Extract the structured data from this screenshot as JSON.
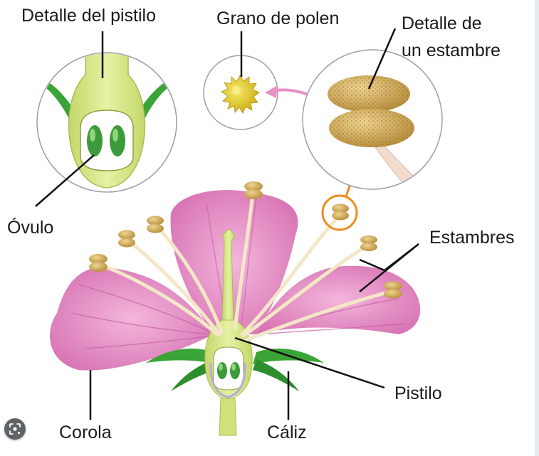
{
  "labels": {
    "pistil_detail": "Detalle del pistilo",
    "pollen_grain": "Grano de polen",
    "stamen_detail_line1": "Detalle de",
    "stamen_detail_line2": "un estambre",
    "ovule": "Óvulo",
    "stamens": "Estambres",
    "pistil": "Pistilo",
    "corolla": "Corola",
    "calyx": "Cáliz"
  },
  "icons": {
    "lens_button": "lens-search-icon"
  },
  "colors": {
    "petal": "#e58dc4",
    "petal_dark": "#c45fa0",
    "pistil": "#cfe27a",
    "pistil_light": "#e8f2a6",
    "leaf": "#3aa436",
    "filament": "#f4ead0",
    "anther": "#d4aa55",
    "pollen": "#e2c82a",
    "highlight_ring": "#f08c1e",
    "arrow": "#e98fc6"
  }
}
